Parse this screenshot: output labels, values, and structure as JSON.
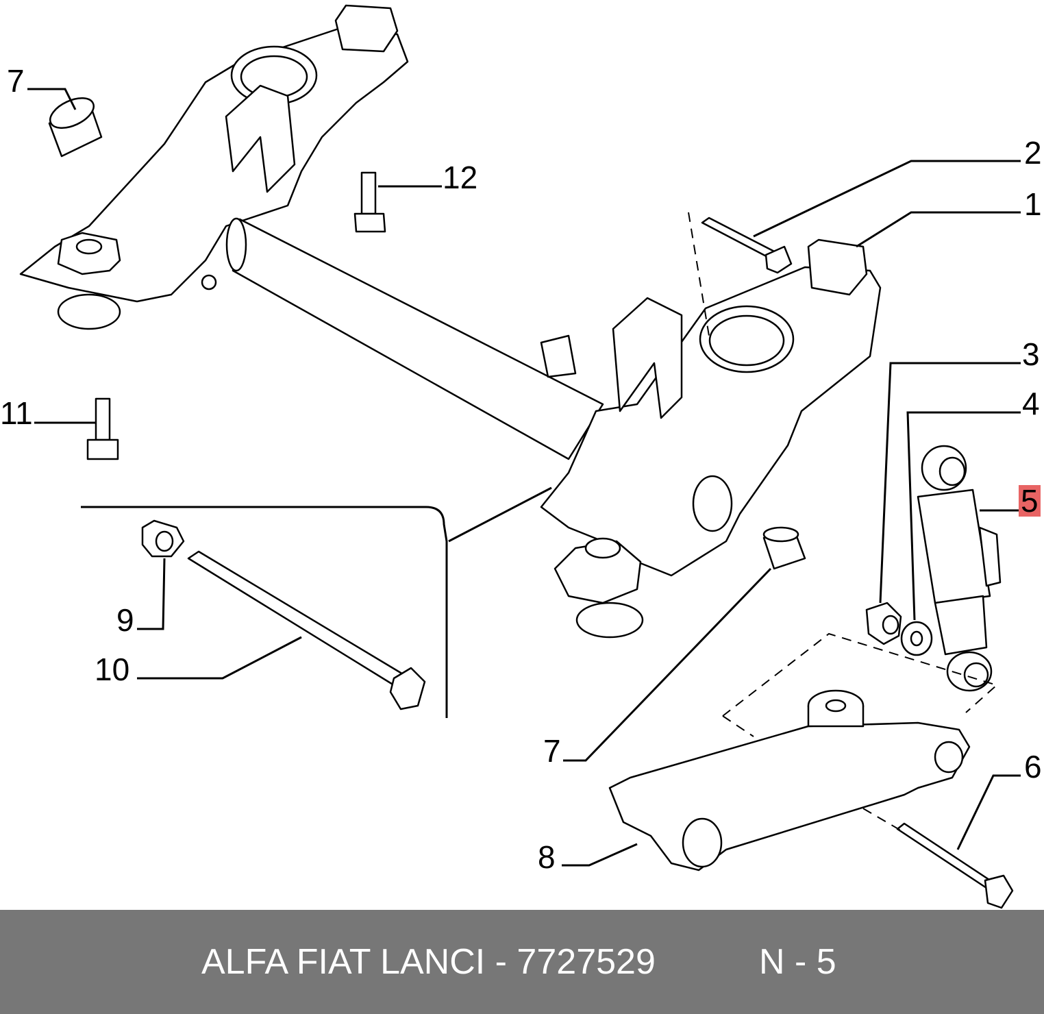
{
  "diagram": {
    "callouts": [
      {
        "id": "7a",
        "label": "7"
      },
      {
        "id": "2",
        "label": "2"
      },
      {
        "id": "12",
        "label": "12"
      },
      {
        "id": "1",
        "label": "1"
      },
      {
        "id": "3",
        "label": "3"
      },
      {
        "id": "4",
        "label": "4"
      },
      {
        "id": "11",
        "label": "11"
      },
      {
        "id": "5",
        "label": "5",
        "highlighted": true
      },
      {
        "id": "9",
        "label": "9"
      },
      {
        "id": "10",
        "label": "10"
      },
      {
        "id": "7b",
        "label": "7"
      },
      {
        "id": "6",
        "label": "6"
      },
      {
        "id": "8",
        "label": "8"
      }
    ],
    "highlight_color": "#e86464"
  },
  "footer": {
    "title": "ALFA FIAT LANCI - 7727529",
    "position": "N - 5",
    "background": "#777777"
  }
}
